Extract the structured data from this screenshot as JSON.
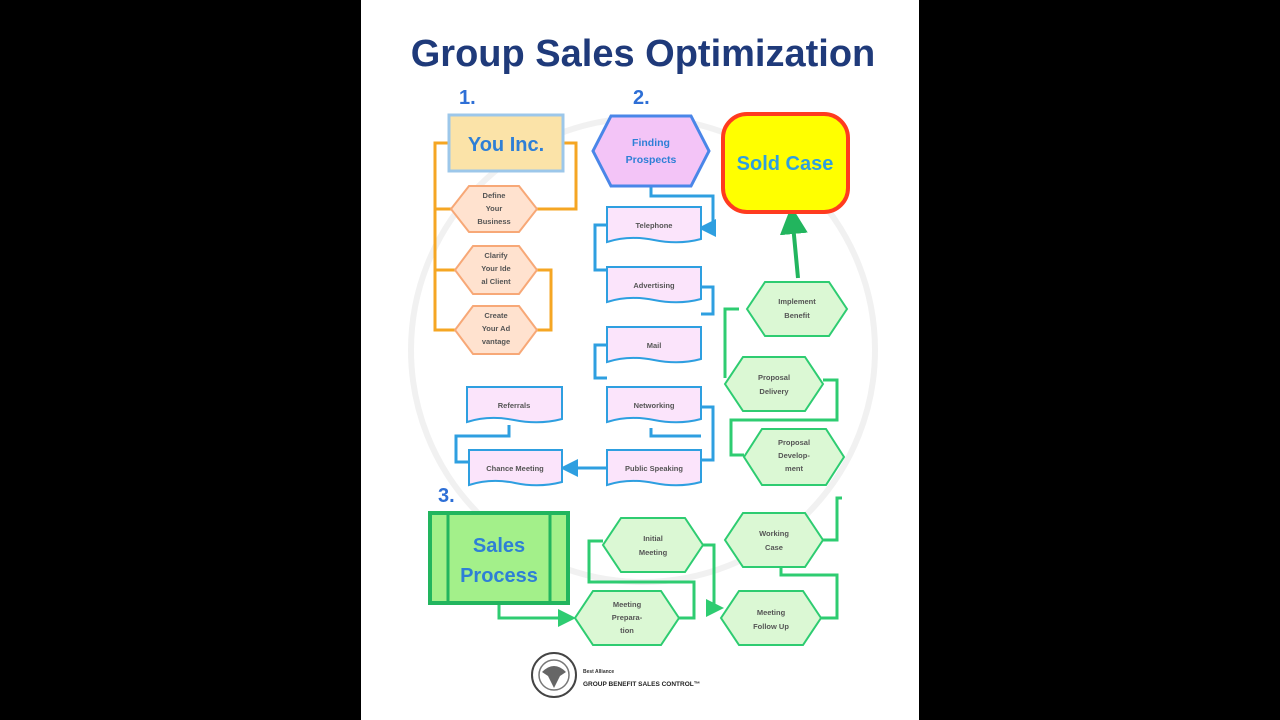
{
  "title": "Group Sales Optimization",
  "step_numbers": [
    "1.",
    "2.",
    "3."
  ],
  "you_inc": {
    "label": "You Inc.",
    "steps": [
      [
        "Define",
        "Your",
        "Business"
      ],
      [
        "Clarify",
        "Your Ide",
        "al Client"
      ],
      [
        "Create",
        "Your Ad",
        "vantage"
      ]
    ]
  },
  "finding_prospects": {
    "label": [
      "Finding",
      "Prospects"
    ],
    "channels": [
      "Telephone",
      "Advertising",
      "Mail",
      "Networking",
      "Public Speaking",
      "Referrals",
      "Chance Meeting"
    ]
  },
  "sales_process": {
    "label": [
      "Sales",
      "Process"
    ],
    "steps": [
      [
        "Initial",
        "Meeting"
      ],
      [
        "Meeting",
        "Prepara-",
        "tion"
      ],
      [
        "Meeting",
        "Follow Up"
      ],
      [
        "Working",
        "Case"
      ],
      [
        "Proposal",
        "Develop-",
        "ment"
      ],
      [
        "Proposal",
        "Delivery"
      ],
      [
        "Implement",
        "Benefit"
      ]
    ]
  },
  "sold_case": {
    "label": "Sold Case"
  },
  "footer": {
    "line1": "Best Alliance",
    "line2": "GROUP BENEFIT SALES CONTROL™"
  },
  "colors": {
    "title": "#1f3a7a",
    "you_inc": "#f5a623",
    "prospects": "#2e9fe0",
    "sales": "#2ecc71",
    "sold_case_fill": "#ffff00",
    "sold_case_border": "#ff3b1f"
  }
}
